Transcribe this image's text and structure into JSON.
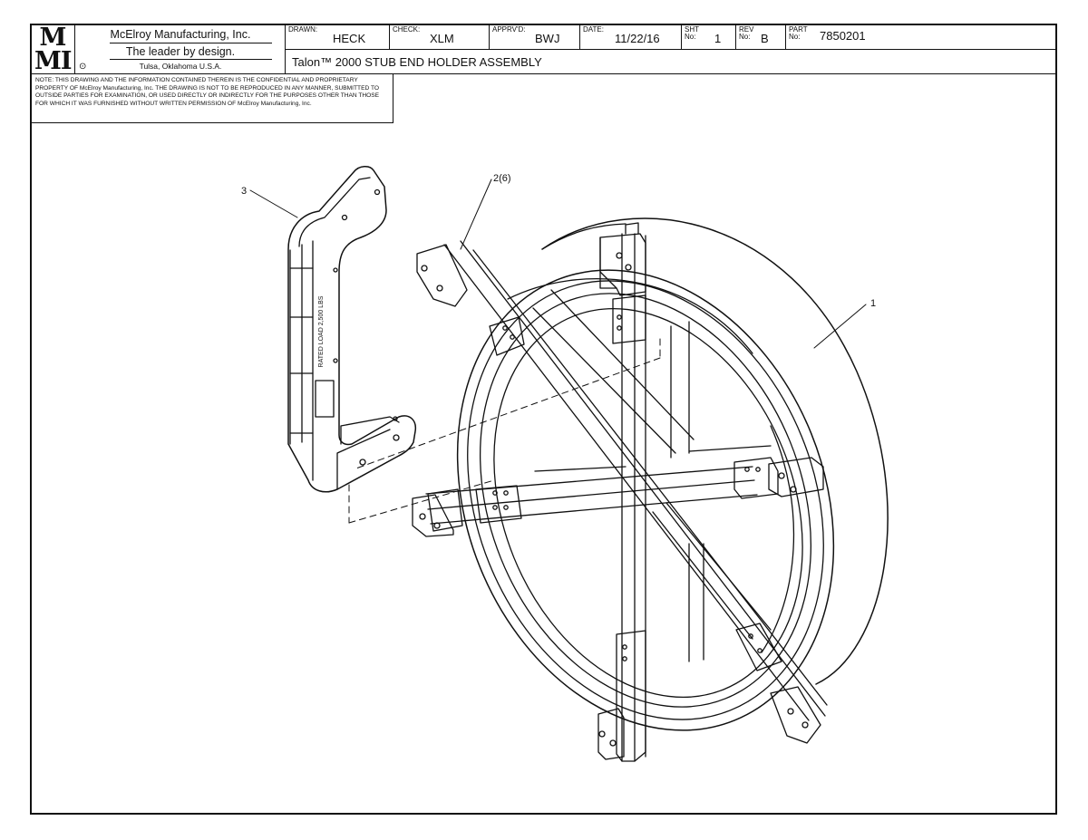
{
  "title_block": {
    "logo_letters": [
      "M",
      "MI"
    ],
    "company_name": "McElroy Manufacturing, Inc.",
    "tagline": "The leader by design.",
    "location": "Tulsa, Oklahoma U.S.A.",
    "drawn_label": "DRAWN:",
    "drawn_value": "HECK",
    "check_label": "CHECK:",
    "check_value": "XLM",
    "approved_label": "APPRV'D:",
    "approved_value": "BWJ",
    "date_label": "DATE:",
    "date_value": "11/22/16",
    "sheet_label": "SHT\nNo:",
    "sheet_value": "1",
    "rev_label": "REV\nNo:",
    "rev_value": "B",
    "part_label": "PART\nNo:",
    "part_value": "7850201",
    "drawing_title": "Talon™ 2000 STUB END HOLDER ASSEMBLY"
  },
  "note": "NOTE: THIS DRAWING AND THE INFORMATION CONTAINED THEREIN IS THE CONFIDENTIAL AND PROPRIETARY PROPERTY OF McElroy Manufacturing, Inc. THE DRAWING IS NOT TO BE REPRODUCED IN ANY MANNER, SUBMITTED TO OUTSIDE PARTIES FOR EXAMINATION, OR USED DIRECTLY OR INDIRECTLY FOR THE PURPOSES OTHER THAN THOSE FOR WHICH IT WAS FURNISHED WITHOUT WRITTEN PERMISSION OF McElroy Manufacturing, Inc.",
  "callouts": {
    "item_1": "1",
    "item_2": "2(6)",
    "item_3": "3"
  },
  "part_engraving": "RATED LOAD 2,500 LBS",
  "colors": {
    "line": "#111111",
    "paper": "#ffffff"
  }
}
